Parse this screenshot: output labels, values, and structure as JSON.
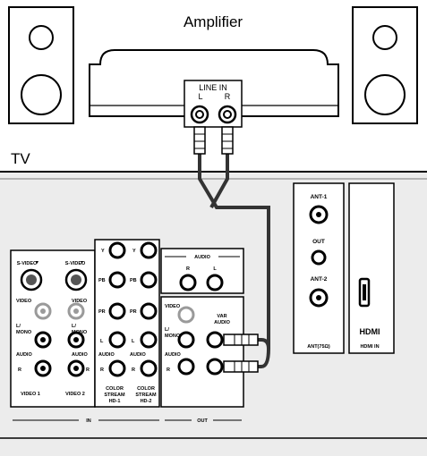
{
  "amplifier": {
    "title": "Amplifier",
    "line_in_label": "LINE IN",
    "left_label": "L",
    "right_label": "R"
  },
  "tv": {
    "title": "TV",
    "left_panel": {
      "svideo_1": "S-VIDEO",
      "svideo_2": "S-VIDEO",
      "video_left": "VIDEO",
      "video_right": "VIDEO",
      "l_mono_left": "L/\nMONO",
      "l_mono_right": "L/\nMONO",
      "audio_left": "AUDIO",
      "audio_right": "AUDIO",
      "r_left": "R",
      "r_right": "R",
      "video1": "VIDEO 1",
      "video2": "VIDEO 2",
      "in_label": "IN"
    },
    "component": {
      "y": "Y",
      "pb": "PB",
      "pr": "PR",
      "l": "L",
      "audio": "AUDIO",
      "r": "R",
      "cs1": "COLOR\nSTREAM\nHD-1",
      "cs2": "COLOR\nSTREAM\nHD-2"
    },
    "audio_block": {
      "title": "AUDIO",
      "r": "R",
      "l": "L"
    },
    "out_block": {
      "video": "VIDEO",
      "l_mono": "L/\nMONO",
      "audio": "AUDIO",
      "r": "R",
      "var_audio": "VAR\nAUDIO",
      "out_label": "OUT"
    },
    "antenna": {
      "ant1": "ANT-1",
      "out": "OUT",
      "ant2": "ANT-2",
      "impedance": "ANT(75Ω)"
    },
    "hdmi": {
      "logo": "HDMI",
      "label": "HDMI IN"
    }
  },
  "colors": {
    "line": "#000000",
    "panel": "#ececec",
    "port_gray": "#9a9a9a"
  }
}
